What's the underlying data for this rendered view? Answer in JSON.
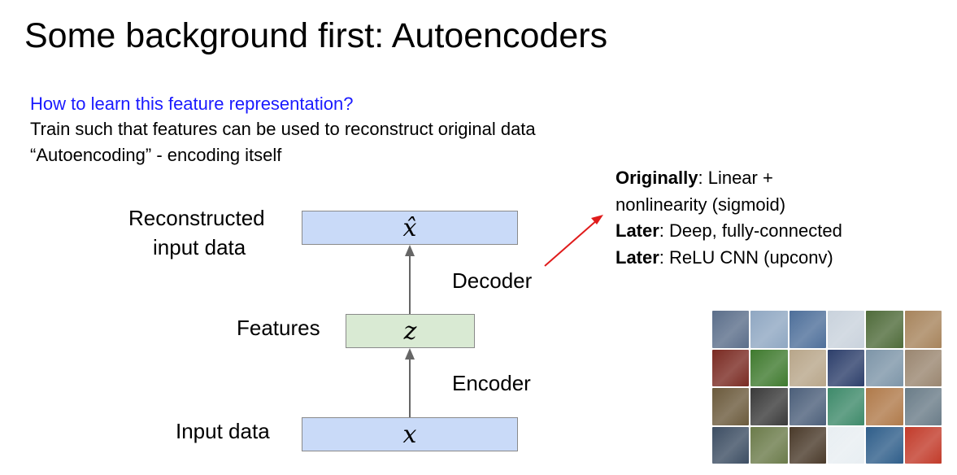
{
  "slide": {
    "title": "Some background first: Autoencoders",
    "question": "How to learn this feature representation?",
    "line1": "Train such that features can be used to reconstruct original data",
    "line2": "“Autoencoding” - encoding itself"
  },
  "notes": [
    {
      "bold": "Originally",
      "text": ": Linear +"
    },
    {
      "bold": "",
      "text": "nonlinearity (sigmoid)"
    },
    {
      "bold": "Later",
      "text": ": Deep, fully-connected"
    },
    {
      "bold": "Later",
      "text": ": ReLU CNN (upconv)"
    }
  ],
  "diagram": {
    "reconstructed_label_1": "Reconstructed",
    "reconstructed_label_2": "input data",
    "output_symbol": "x̂",
    "decoder_label": "Decoder",
    "features_label": "Features",
    "features_symbol": "z",
    "encoder_label": "Encoder",
    "input_label": "Input data",
    "input_symbol": "x",
    "colors": {
      "data_box": "#c9daf8",
      "feature_box": "#d9ead3",
      "annotation_arrow": "#e01b1b",
      "arrow": "#666666"
    }
  },
  "image_grid": {
    "rows": 4,
    "cols": 6,
    "tile_colors": [
      "#5b6e8a",
      "#8fa7c2",
      "#4e6f9a",
      "#c9d2dc",
      "#4f6b3a",
      "#a7845c",
      "#7a2a22",
      "#3f7a2e",
      "#b8a68a",
      "#2d3f6b",
      "#7d95a8",
      "#9a8670",
      "#6b5a3c",
      "#3a3a3a",
      "#4c5f7a",
      "#3e8a6a",
      "#b07a4a",
      "#6a7c88",
      "#3d4e63",
      "#6b7b4a",
      "#4a3a2a",
      "#e8eef2",
      "#2f5e8a",
      "#c23b2a"
    ]
  }
}
